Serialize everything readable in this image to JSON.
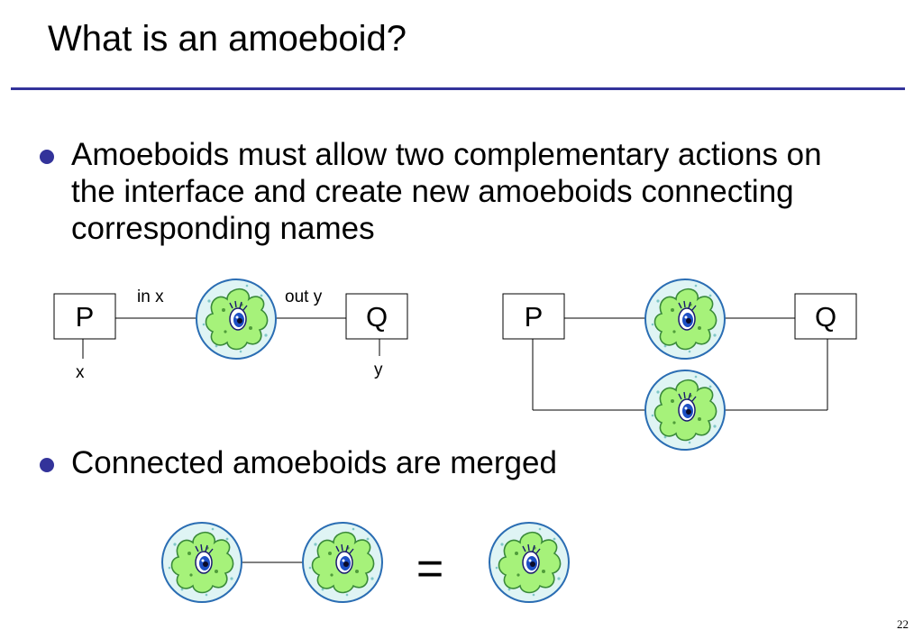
{
  "slide": {
    "title": "What is an amoeboid?",
    "page_number": "22"
  },
  "bullets": [
    {
      "text": "Amoeboids must allow two complementary actions on the interface and create new amoeboids connecting corresponding names"
    },
    {
      "text": "Connected amoeboids are merged"
    }
  ],
  "diagram_left": {
    "box_p": "P",
    "box_q": "Q",
    "label_in": "in x",
    "label_out": "out y",
    "label_x": "x",
    "label_y": "y"
  },
  "diagram_right": {
    "box_p": "P",
    "box_q": "Q"
  },
  "merge": {
    "equals": "="
  },
  "colors": {
    "accent": "#33339a",
    "amoeba_cell": "#dff4f4",
    "amoeba_outline": "#2a6db3",
    "amoeba_body": "#a6f27a"
  },
  "icons": [
    "amoeba-icon"
  ]
}
